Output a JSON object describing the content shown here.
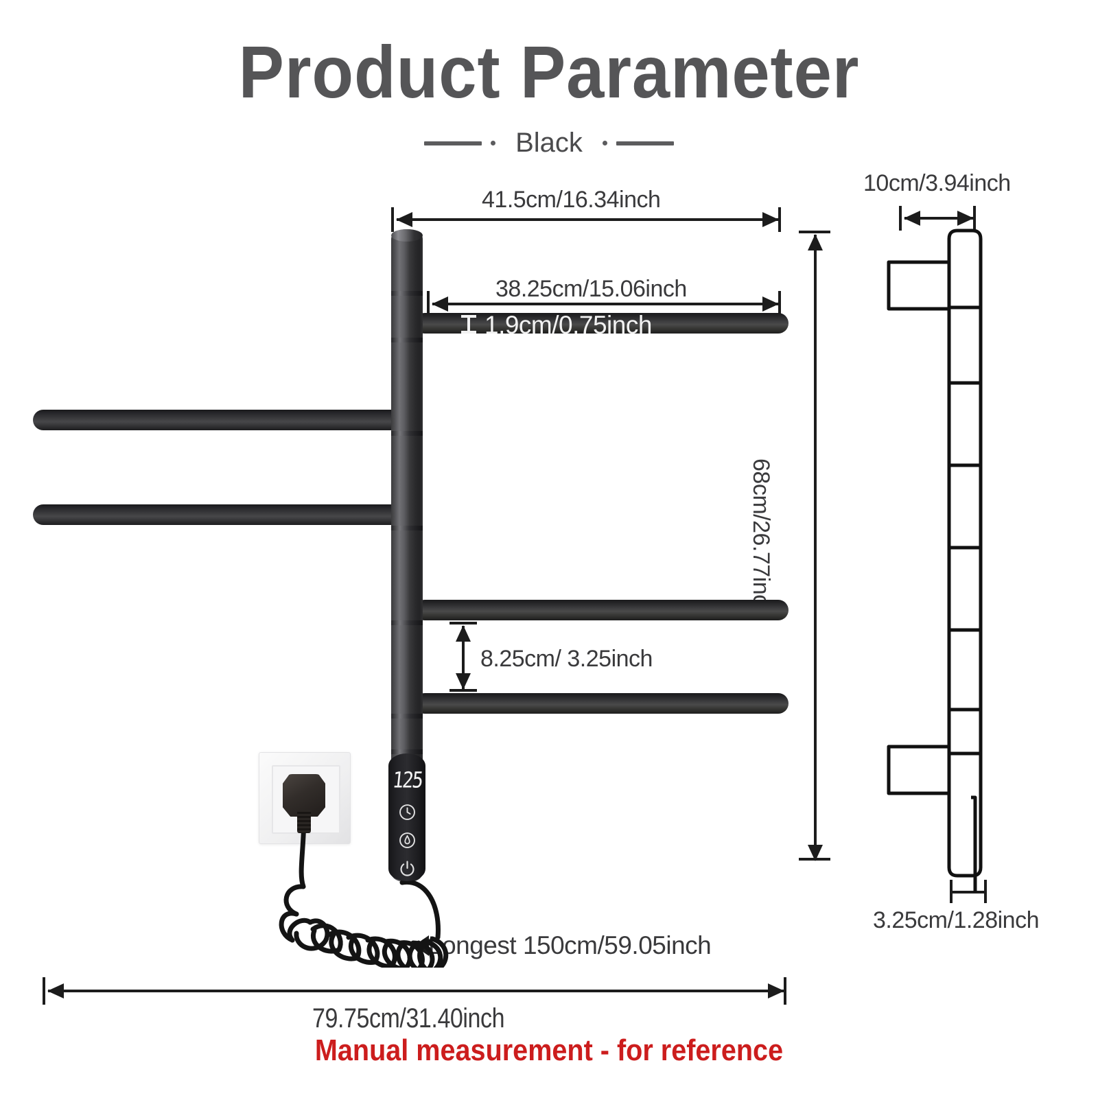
{
  "header": {
    "title": "Product Parameter",
    "color_label": "Black",
    "dash_left": "dash",
    "dash_right": "dash"
  },
  "front_view": {
    "dimensions": {
      "top_width": "41.5cm/16.34inch",
      "arm_length": "38.25cm/15.06inch",
      "bar_diameter": "1.9cm/0.75inch",
      "bar_gap": "8.25cm/ 3.25inch",
      "total_height": "68cm/26.77inch",
      "cord_length": "Longest 150cm/59.05inch",
      "overall_width": "79.75cm/31.40inch"
    },
    "control_panel": {
      "display_value": "125",
      "icons": [
        {
          "name": "timer-clock-icon",
          "label": "Timer"
        },
        {
          "name": "thermometer-icon",
          "label": "Temperature"
        },
        {
          "name": "power-icon",
          "label": "Power"
        }
      ]
    },
    "outlet": {
      "name": "wall-socket",
      "plug": "power-plug",
      "cord": "coiled-cord"
    },
    "bars": [
      {
        "id": "bar-1",
        "side": "right",
        "label": "upper right arm"
      },
      {
        "id": "bar-2",
        "side": "left",
        "label": "upper left arm"
      },
      {
        "id": "bar-3",
        "side": "left",
        "label": "middle left arm"
      },
      {
        "id": "bar-4",
        "side": "right",
        "label": "lower right arm"
      },
      {
        "id": "bar-5",
        "side": "right",
        "label": "bottom right arm"
      }
    ]
  },
  "side_view": {
    "dimensions": {
      "depth": "10cm/3.94inch",
      "width": "3.25cm/1.28inch"
    }
  },
  "footer": {
    "note": "Manual measurement - for reference"
  },
  "colors": {
    "title": "#555557",
    "dimension_text": "#3a3a3c",
    "warning": "#cc1d1d",
    "product_dark": "#2a2a2c",
    "background": "#ffffff"
  }
}
